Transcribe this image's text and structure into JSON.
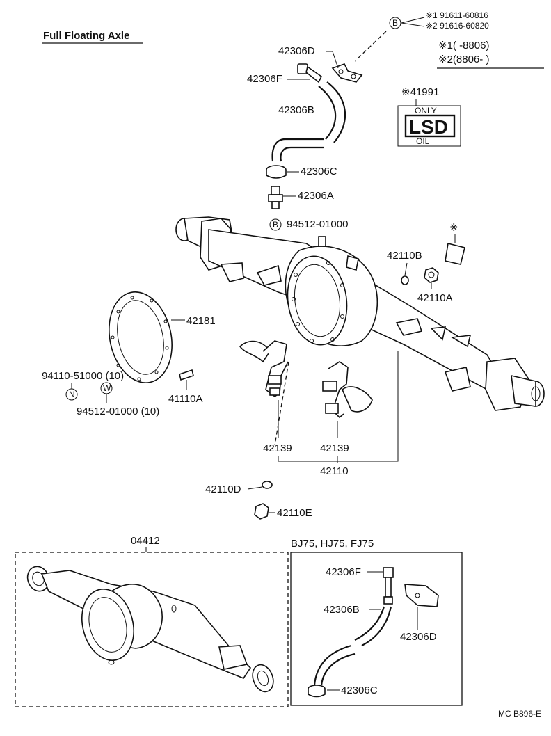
{
  "title": "Full Floating Axle",
  "notes": {
    "circle_b_letter": "B",
    "ref1": "※1 91611-60816",
    "ref2": "※2 91616-60820",
    "legend1": "※1(      -8806)",
    "legend2": "※2(8806-      )"
  },
  "lsd_label": {
    "part_no": "※41991",
    "top": "ONLY",
    "main": "LSD",
    "bottom": "OIL"
  },
  "parts": {
    "p42306D": "42306D",
    "p42306F": "42306F",
    "p42306B": "42306B",
    "p42306C": "42306C",
    "p42306A": "42306A",
    "b_letter": "B",
    "p94512_01000": "94512-01000",
    "star": "※",
    "p42110B": "42110B",
    "p42110A": "42110A",
    "p42181": "42181",
    "p94110": "94110-51000 (10)",
    "n_letter": "N",
    "w_letter": "W",
    "p94512_10": "94512-01000 (10)",
    "p41110A": "41110A",
    "p42139a": "42139",
    "p42139b": "42139",
    "p42110": "42110",
    "p42110D": "42110D",
    "p42110E": "42110E",
    "p04412": "04412"
  },
  "inset": {
    "header": "BJ75, HJ75, FJ75",
    "p42306F": "42306F",
    "p42306B": "42306B",
    "p42306D": "42306D",
    "p42306C": "42306C"
  },
  "footer_code": "MC  B896-E"
}
